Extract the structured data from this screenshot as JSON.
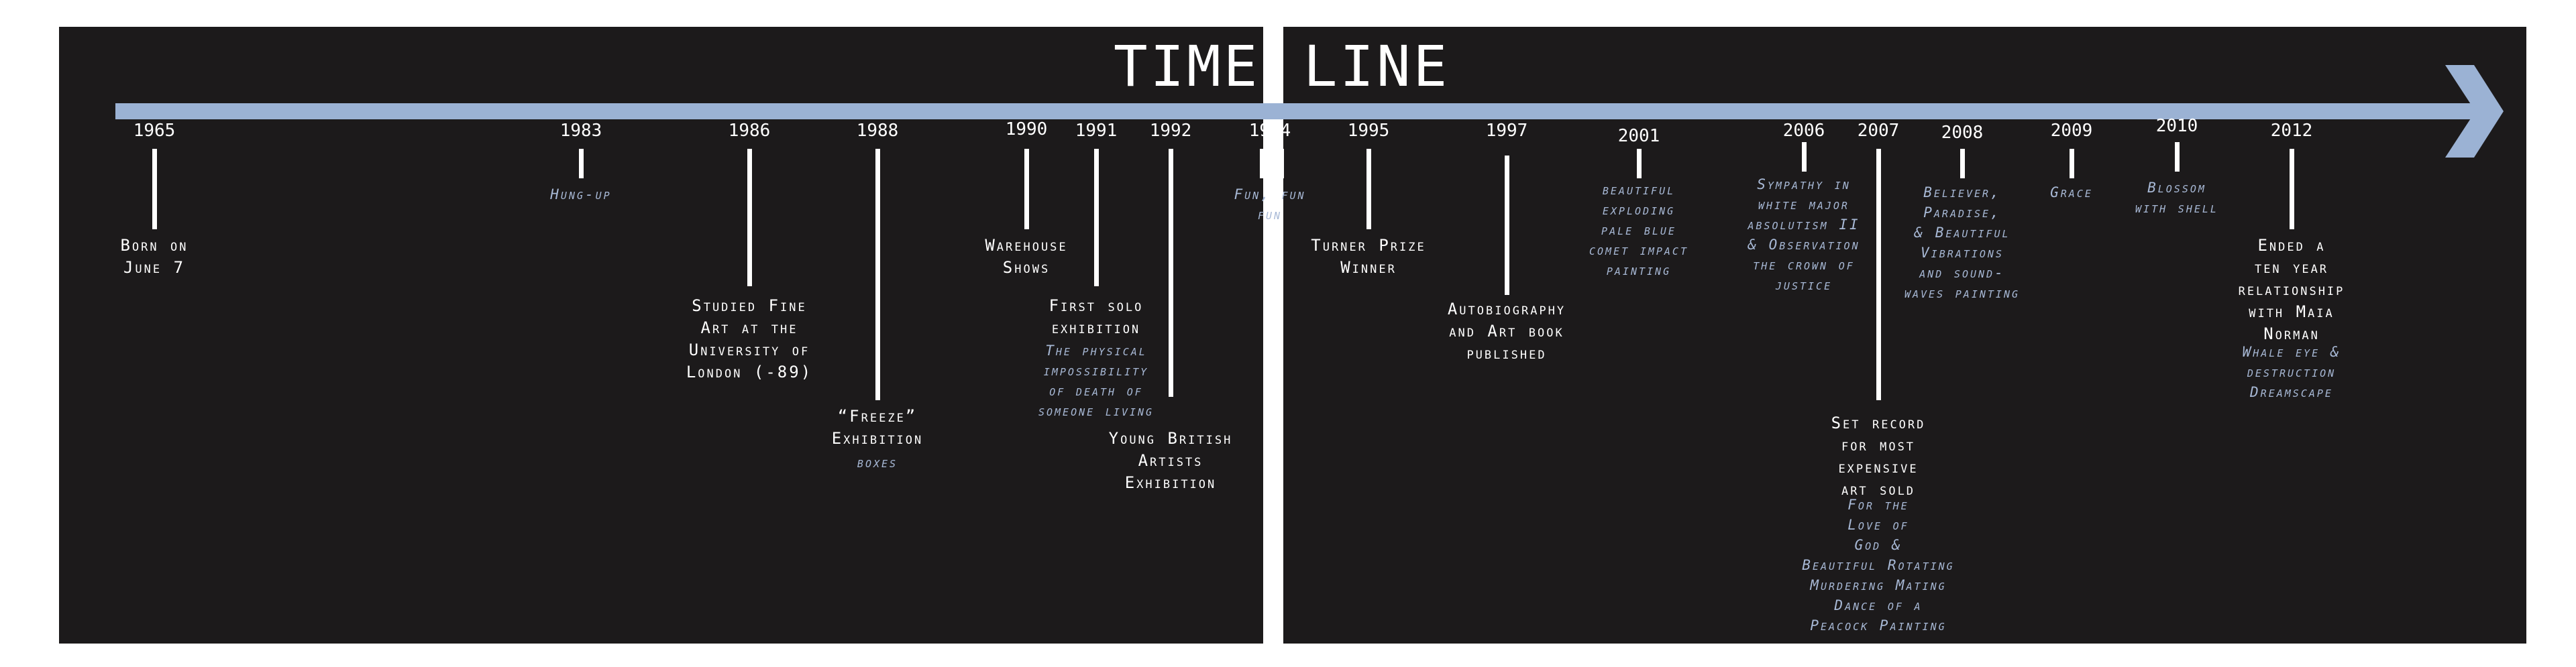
{
  "title": "TIME LINE",
  "colors": {
    "background": "#1c1a1b",
    "arrow": "#9bb2d4",
    "text": "#ffffff",
    "work": "#a8b9d6"
  },
  "events": [
    {
      "year": "1965",
      "label": "Born on\nJune 7"
    },
    {
      "year": "1983",
      "work": "Hung-up"
    },
    {
      "year": "1986",
      "label": "Studied Fine\nArt at the\nUniversity of\nLondon (-89)"
    },
    {
      "year": "1988",
      "label": "“Freeze”\nExhibition",
      "work": "boxes"
    },
    {
      "year": "1990",
      "label": "Warehouse\nShows"
    },
    {
      "year": "1991",
      "label": "First solo\nexhibition",
      "work": "The physical\nimpossibility\nof death of\nsomeone living"
    },
    {
      "year": "1992",
      "label": "Young British\nArtists\nExhibition"
    },
    {
      "year": "1994",
      "work": "Fun, fun\nfun"
    },
    {
      "year": "1995",
      "label": "Turner Prize\nWinner"
    },
    {
      "year": "1997",
      "label": "Autobiography\nand Art book\npublished"
    },
    {
      "year": "2001",
      "work": "beautiful\nexploding\npale blue\ncomet impact\npainting"
    },
    {
      "year": "2006",
      "work": "Sympathy in\nwhite major\nabsolutism II\n& Observation\nthe crown of\njustice"
    },
    {
      "year": "2007",
      "label": "Set record\nfor most\nexpensive\nart sold",
      "work": "For the\nLove of\nGod &\nBeautiful Rotating\nMurdering Mating\nDance of a\nPeacock Painting"
    },
    {
      "year": "2008",
      "work": "Believer,\nParadise,\n& Beautiful\nVibrations\nand sound-\nwaves painting"
    },
    {
      "year": "2009",
      "work": "Grace"
    },
    {
      "year": "2010",
      "work": "Blossom\nwith shell"
    },
    {
      "year": "2012",
      "label": "Ended a\nten year\nrelationship\nwith Maia\nNorman",
      "work": "Whale eye &\ndestruction\nDreamscape"
    }
  ]
}
